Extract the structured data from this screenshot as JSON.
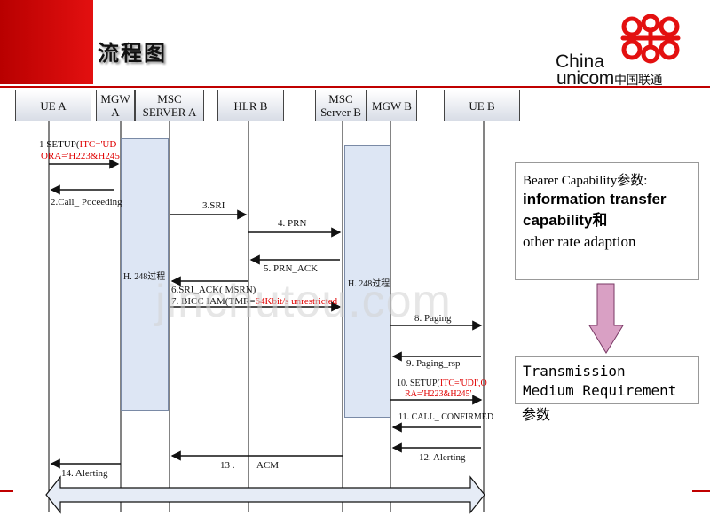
{
  "slide": {
    "title": "流程图",
    "watermark": "jinchutou.com"
  },
  "logo": {
    "line1": "China",
    "line2": "unicom",
    "cn": "中国联通"
  },
  "participants": [
    {
      "id": "ue-a",
      "label": "UE A"
    },
    {
      "id": "mgw-a",
      "label": "MGW A"
    },
    {
      "id": "msc-a",
      "label": "MSC SERVER A"
    },
    {
      "id": "hlr-b",
      "label": "HLR B"
    },
    {
      "id": "msc-b",
      "label": "MSC Server B"
    },
    {
      "id": "mgw-b",
      "label": "MGW B"
    },
    {
      "id": "ue-b",
      "label": "UE B"
    }
  ],
  "messages": {
    "m1_prefix": "1   SETUP(",
    "m1_red1": "ITC='UD",
    "m1_red2": "ORA='H223&H245",
    "m2": "2.Call_ Poceeding",
    "m3": "3.SRI",
    "m4": "4. PRN",
    "m5": "5. PRN_ACK",
    "m6": "6.SRI_ACK( MSRN)",
    "m7_prefix": "7. BICC IAM(TMR=",
    "m7_red": "64Kbit/s unrestricted",
    "m8": "8. Paging",
    "m9": "9. Paging_rsp",
    "m10_prefix": "10. SETUP(",
    "m10_red1": "ITC='UDI',O",
    "m10_red2": "RA='H223&H245'",
    "m11": "11. CALL_ CONFIRMED",
    "m12": "12. Alerting",
    "m13_num": "13 .",
    "m13_text": "ACM",
    "m14": "14. Alerting",
    "h248_a": "H. 248过程",
    "h248_b": "H. 248过程"
  },
  "bearer": {
    "line1": "Bearer Capability参数:",
    "line2": "information transfer",
    "line3": "capability和",
    "line4": "other rate adaption"
  },
  "transmission": {
    "line1": "Transmission",
    "line2": "Medium Requirement",
    "line3": "参数"
  },
  "colors": {
    "brand_red": "#e31010",
    "arrow_pink": "#d9a0c4",
    "activation_fill": "#dde6f4"
  }
}
